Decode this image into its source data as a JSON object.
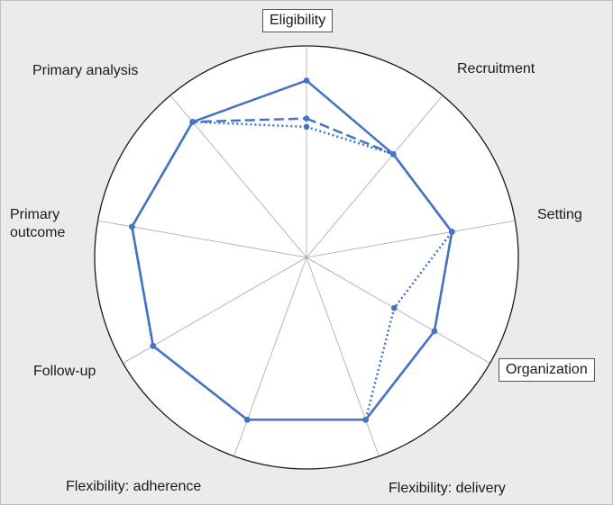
{
  "chart_data": {
    "type": "radar",
    "axes": [
      {
        "label": "Eligibility",
        "boxed": true
      },
      {
        "label": "Recruitment",
        "boxed": false
      },
      {
        "label": "Setting",
        "boxed": false
      },
      {
        "label": "Organization",
        "boxed": true
      },
      {
        "label": "Flexibility: delivery",
        "boxed": false
      },
      {
        "label": "Flexibility: adherence",
        "boxed": false
      },
      {
        "label": "Follow-up",
        "boxed": false
      },
      {
        "label": "Primary outcome",
        "boxed": false
      },
      {
        "label": "Primary analysis",
        "boxed": false
      }
    ],
    "rmax": 5,
    "series": [
      {
        "style": "solid",
        "color": "#4472c4",
        "values": [
          4.2,
          3.2,
          3.5,
          3.5,
          4.1,
          4.1,
          4.2,
          4.2,
          4.2
        ]
      },
      {
        "style": "dashed",
        "color": "#4472c4",
        "values": [
          3.3,
          3.2,
          3.5,
          3.5,
          4.1,
          4.1,
          4.2,
          4.2,
          4.2
        ]
      },
      {
        "style": "dotted",
        "color": "#4472c4",
        "values": [
          3.1,
          3.2,
          3.5,
          2.4,
          4.1,
          4.1,
          4.2,
          4.2,
          4.2
        ]
      }
    ],
    "grid": true,
    "legend": "none"
  }
}
